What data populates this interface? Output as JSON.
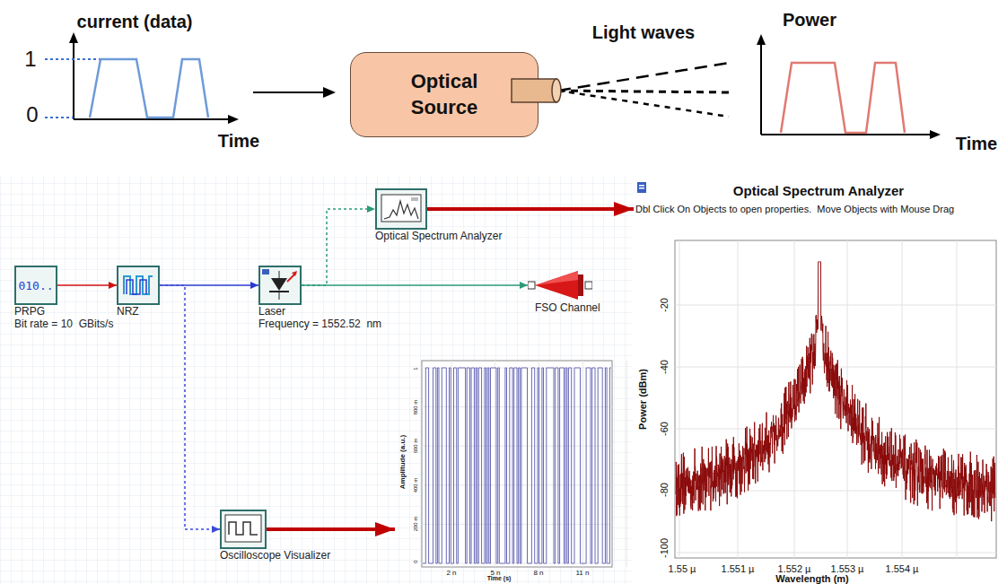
{
  "diagram": {
    "nodes": [
      {
        "text": [
          "Optical Source"
        ]
      },
      {
        "text": [
          "010..",
          "PRPG",
          "Bit rate = 10  GBits/s"
        ]
      },
      {
        "text": [
          "NRZ"
        ]
      },
      {
        "text": [
          "Laser",
          "Frequency = 1552.52  nm"
        ]
      },
      {
        "text": [
          "Optical Spectrum Analyzer"
        ]
      },
      {
        "text": [
          "FSO Channel"
        ]
      },
      {
        "text": [
          "Oscilloscope Visualizer"
        ]
      },
      {
        "text": [
          "Optical Spectrum Analyzer",
          "Dbl Click On Objects to open properties.  Move Objects with Mouse Drag",
          "Power (dBm)",
          "Wavelength (m)"
        ]
      },
      {
        "text": [
          "Amplitude (a.u.)",
          "Time (s)"
        ]
      }
    ],
    "edges": [
      {
        "from": 1,
        "to": 2,
        "arrow": "to"
      },
      {
        "from": 2,
        "to": 3,
        "arrow": "to"
      },
      {
        "from": 3,
        "to": 5,
        "arrow": "to"
      },
      {
        "from": 3,
        "to": 4,
        "arrow": "to"
      },
      {
        "from": 2,
        "to": 6,
        "arrow": "to"
      },
      {
        "from": 4,
        "to": 7,
        "arrow": "to"
      },
      {
        "from": 6,
        "to": 8,
        "arrow": "to"
      }
    ],
    "labels": [
      "current (data)",
      "1",
      "0",
      "Time",
      "Light waves",
      "Power",
      "Time",
      "2 n",
      "5 n",
      "8 n",
      "11 n",
      "0",
      "200 m",
      "400 m",
      "600 m",
      "800 m",
      "1",
      "-20",
      "-40",
      "-60",
      "-80",
      "-100",
      "1.55 µ",
      "1.551 µ",
      "1.552 µ",
      "1.553 µ",
      "1.554 µ"
    ]
  }
}
